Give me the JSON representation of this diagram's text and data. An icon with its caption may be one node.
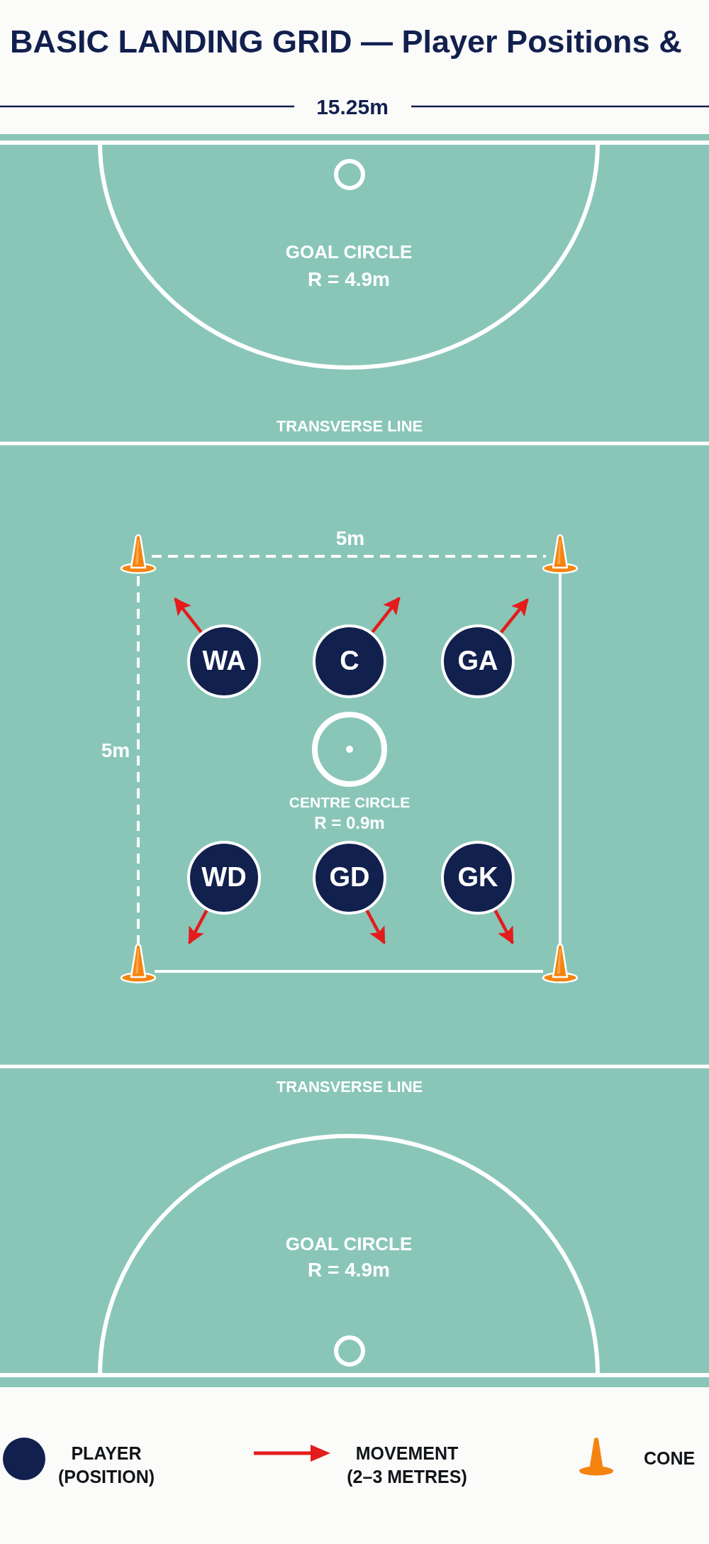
{
  "diagram": {
    "title": "BASIC LANDING GRID — Player Positions &",
    "nodes": [
      {
        "text": [
          "GOAL CIRCLE",
          "R = 4.9m"
        ]
      },
      {
        "text": [
          "WA"
        ]
      },
      {
        "text": [
          "C"
        ]
      },
      {
        "text": [
          "GA"
        ]
      },
      {
        "text": [
          "CENTRE CIRCLE",
          "R = 0.9m"
        ]
      },
      {
        "text": [
          "WD"
        ]
      },
      {
        "text": [
          "GD"
        ]
      },
      {
        "text": [
          "GK"
        ]
      },
      {
        "text": [
          "GOAL CIRCLE",
          "R = 4.9m"
        ]
      }
    ],
    "edges": [
      {
        "from": 1,
        "to": null,
        "arrow": "to"
      },
      {
        "from": 2,
        "to": null,
        "arrow": "to"
      },
      {
        "from": 3,
        "to": null,
        "arrow": "to"
      },
      {
        "from": 5,
        "to": null,
        "arrow": "to"
      },
      {
        "from": 6,
        "to": null,
        "arrow": "to"
      },
      {
        "from": 7,
        "to": null,
        "arrow": "to"
      }
    ],
    "labels": [
      "15.25m",
      "TRANSVERSE LINE",
      "5m",
      "5m",
      "TRANSVERSE LINE"
    ],
    "legend": [
      {
        "text": "PLAYER (POSITION)",
        "color": "#12204e"
      },
      {
        "text": "MOVEMENT (2–3 METRES)"
      },
      {
        "text": "CONE"
      }
    ]
  }
}
